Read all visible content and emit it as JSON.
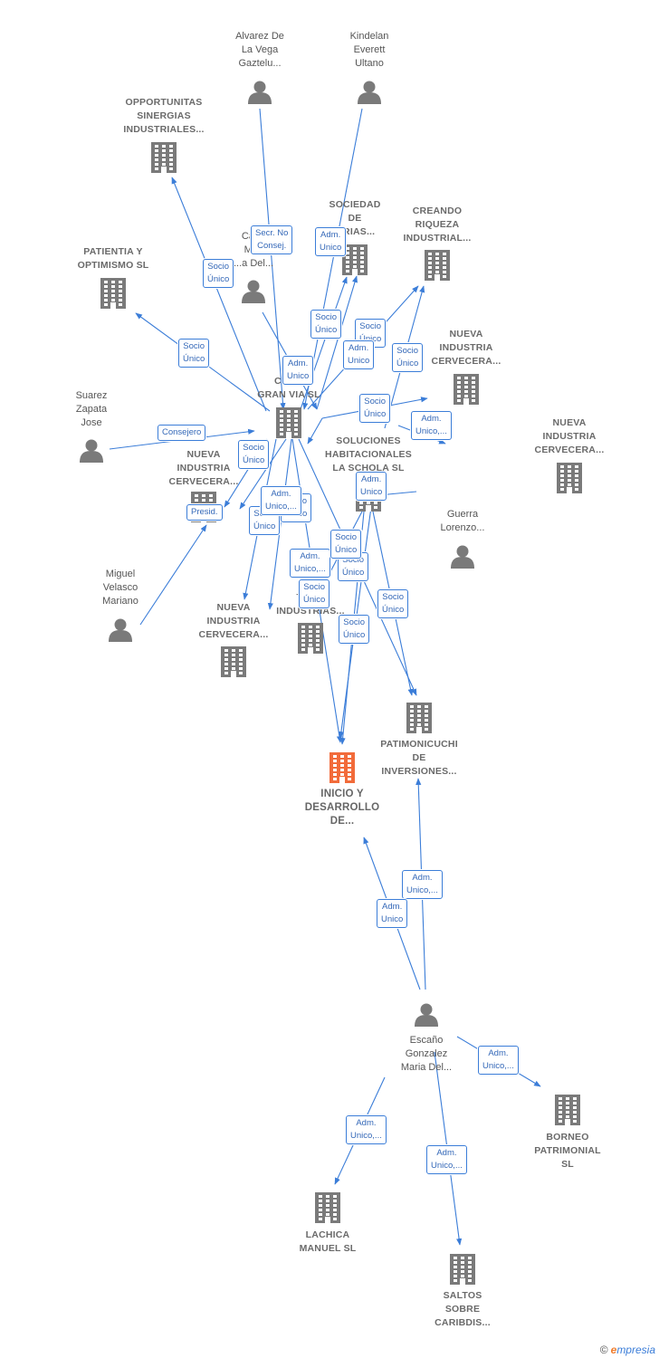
{
  "colors": {
    "edge": "#3b7dd8",
    "node": "#7a7a7a",
    "target": "#f26b3a",
    "badge_text": "#3468b8"
  },
  "nodes": [
    {
      "id": "alvarez",
      "kind": "person",
      "label": "Alvarez De\nLa Vega\nGaztelu..."
    },
    {
      "id": "kindelan",
      "kind": "person",
      "label": "Kindelan\nEverett\nUltano"
    },
    {
      "id": "opportunitas",
      "kind": "company",
      "label": "OPPORTUNITAS\nSINERGIAS\nINDUSTRIALES..."
    },
    {
      "id": "sociedad",
      "kind": "company",
      "label": "SOCIEDAD\nDE\n...RIAS..."
    },
    {
      "id": "creando",
      "kind": "company",
      "label": "CREANDO\nRIQUEZA\nINDUSTRIAL..."
    },
    {
      "id": "patientia",
      "kind": "company",
      "label": "PATIENTIA Y\nOPTIMISMO  SL"
    },
    {
      "id": "carmina",
      "kind": "person",
      "label": "Car...\nMi...\n...a Del..."
    },
    {
      "id": "nueva1",
      "kind": "company",
      "label": "NUEVA\nINDUSTRIA\nCERVECERA..."
    },
    {
      "id": "suarez",
      "kind": "person",
      "label": "Suarez\nZapata\nJose"
    },
    {
      "id": "cervezas",
      "kind": "company",
      "label": "CER...\nGRAN VIA  SL"
    },
    {
      "id": "nueva2",
      "kind": "company",
      "label": "NUEVA\nINDUSTRIA\nCERVECERA..."
    },
    {
      "id": "soluciones",
      "kind": "company",
      "label": "SOLUCIONES\nHABITACIONALES\nLA SCHOLA  SL"
    },
    {
      "id": "nueva3",
      "kind": "company",
      "label": "NUEVA\nINDUSTRIA\nCERVECERA..."
    },
    {
      "id": "guerra",
      "kind": "person",
      "label": "Guerra\nLorenzo..."
    },
    {
      "id": "miguel",
      "kind": "person",
      "label": "Miguel\nVelasco\nMariano"
    },
    {
      "id": "nueva4",
      "kind": "company",
      "label": "NUEVA\nINDUSTRIA\nCERVECERA..."
    },
    {
      "id": "tres",
      "kind": "company",
      "label": "TR...\nTR...E\nINDUSTRIAS..."
    },
    {
      "id": "patimonicuchi",
      "kind": "company",
      "label": "PATIMONICUCHI\nDE\nINVERSIONES..."
    },
    {
      "id": "inicio",
      "kind": "target",
      "label": "INICIO Y\nDESARROLLO\nDE..."
    },
    {
      "id": "escano",
      "kind": "person",
      "label": "Escaño\nGonzalez\nMaria Del..."
    },
    {
      "id": "borneo",
      "kind": "company",
      "label": "BORNEO\nPATRIMONIAL\nSL"
    },
    {
      "id": "lachica",
      "kind": "company",
      "label": "LACHICA\nMANUEL  SL"
    },
    {
      "id": "saltos",
      "kind": "company",
      "label": "SALTOS\nSOBRE\nCARIBDIS..."
    }
  ],
  "edges": [
    {
      "from": "cervezas",
      "to": "opportunitas",
      "label": "Socio\nÚnico"
    },
    {
      "from": "cervezas",
      "to": "patientia",
      "label": "Socio\nÚnico"
    },
    {
      "from": "alvarez",
      "to": "cervezas",
      "label": "Secr.  No\nConsej."
    },
    {
      "from": "kindelan",
      "to": "cervezas",
      "label": "Adm.\nUnico"
    },
    {
      "from": "carmina",
      "to": "cervezas",
      "label": "Adm.\nUnico"
    },
    {
      "from": "cervezas",
      "to": "sociedad",
      "label": "Socio\nÚnico"
    },
    {
      "from": "cervezas",
      "to": "creando",
      "label": "Socio\nÚnico"
    },
    {
      "from": "carmina",
      "to": "sociedad",
      "label": "Adm.\nUnico"
    },
    {
      "from": "cervezas",
      "to": "nueva1",
      "label": "Socio\nÚnico"
    },
    {
      "from": "soluciones",
      "to": "creando",
      "label": "Socio\nÚnico"
    },
    {
      "from": "soluciones",
      "to": "nueva3",
      "label": "Adm.\nUnico,..."
    },
    {
      "from": "suarez",
      "to": "cervezas",
      "label": "Consejero"
    },
    {
      "from": "cervezas",
      "to": "nueva2",
      "label": "Socio\nÚnico"
    },
    {
      "from": "miguel",
      "to": "nueva2",
      "label": "Presid."
    },
    {
      "from": "cervezas",
      "to": "nueva4",
      "label": "Socio\nÚnico"
    },
    {
      "from": "cervezas",
      "to": "tres",
      "label": "Adm.\nUnico,..."
    },
    {
      "from": "cervezas",
      "to": "inicio",
      "label": "Socio\nÚnico"
    },
    {
      "from": "cervezas",
      "to": "patimonicuchi",
      "label": "Socio\nÚnico"
    },
    {
      "from": "soluciones",
      "to": "tres",
      "label": "Socio\nÚnico"
    },
    {
      "from": "soluciones",
      "to": "inicio",
      "label": "Socio\nÚnico"
    },
    {
      "from": "soluciones",
      "to": "patimonicuchi",
      "label": "Socio\nÚnico"
    },
    {
      "from": "guerra",
      "to": "soluciones",
      "label": "Adm.\nUnico"
    },
    {
      "from": "escano",
      "to": "patimonicuchi",
      "label": "Adm.\nUnico,..."
    },
    {
      "from": "escano",
      "to": "inicio",
      "label": "Adm.\nUnico"
    },
    {
      "from": "escano",
      "to": "borneo",
      "label": "Adm.\nUnico,..."
    },
    {
      "from": "escano",
      "to": "lachica",
      "label": "Adm.\nUnico,..."
    },
    {
      "from": "escano",
      "to": "saltos",
      "label": "Adm.\nUnico,..."
    },
    {
      "from": "nueva1",
      "to": "cervezas",
      "label": "Socio\nÚnico"
    },
    {
      "from": "cervezas",
      "to": "nueva2",
      "label": "Adm.\nUnico,..."
    },
    {
      "from": "soluciones",
      "to": "inicio",
      "label": "Socio\nÚnico"
    }
  ],
  "footer": {
    "copyright": "©",
    "brand_e": "e",
    "brand_rest": "mpresia"
  }
}
